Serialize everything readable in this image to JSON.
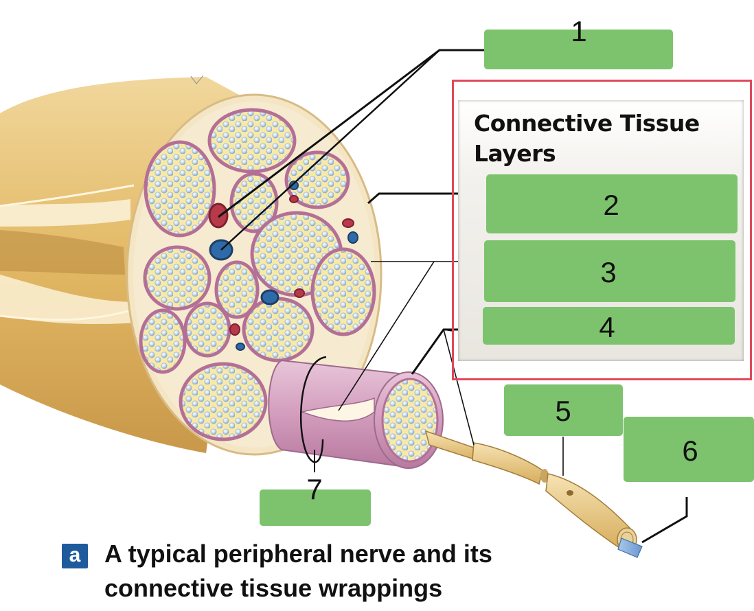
{
  "panel": {
    "title_line1": "Connective Tissue",
    "title_line2": "Layers"
  },
  "labels": {
    "n1": "1",
    "n2": "2",
    "n3": "3",
    "n4": "4",
    "n5": "5",
    "n6": "6",
    "n7": "7"
  },
  "caption": {
    "badge": "a",
    "line1": "A typical peripheral nerve and its",
    "line2": "connective tissue wrappings"
  },
  "colors": {
    "label_box": "#7dc36e",
    "panel_border": "#e0485a",
    "badge": "#1f5a9c"
  }
}
